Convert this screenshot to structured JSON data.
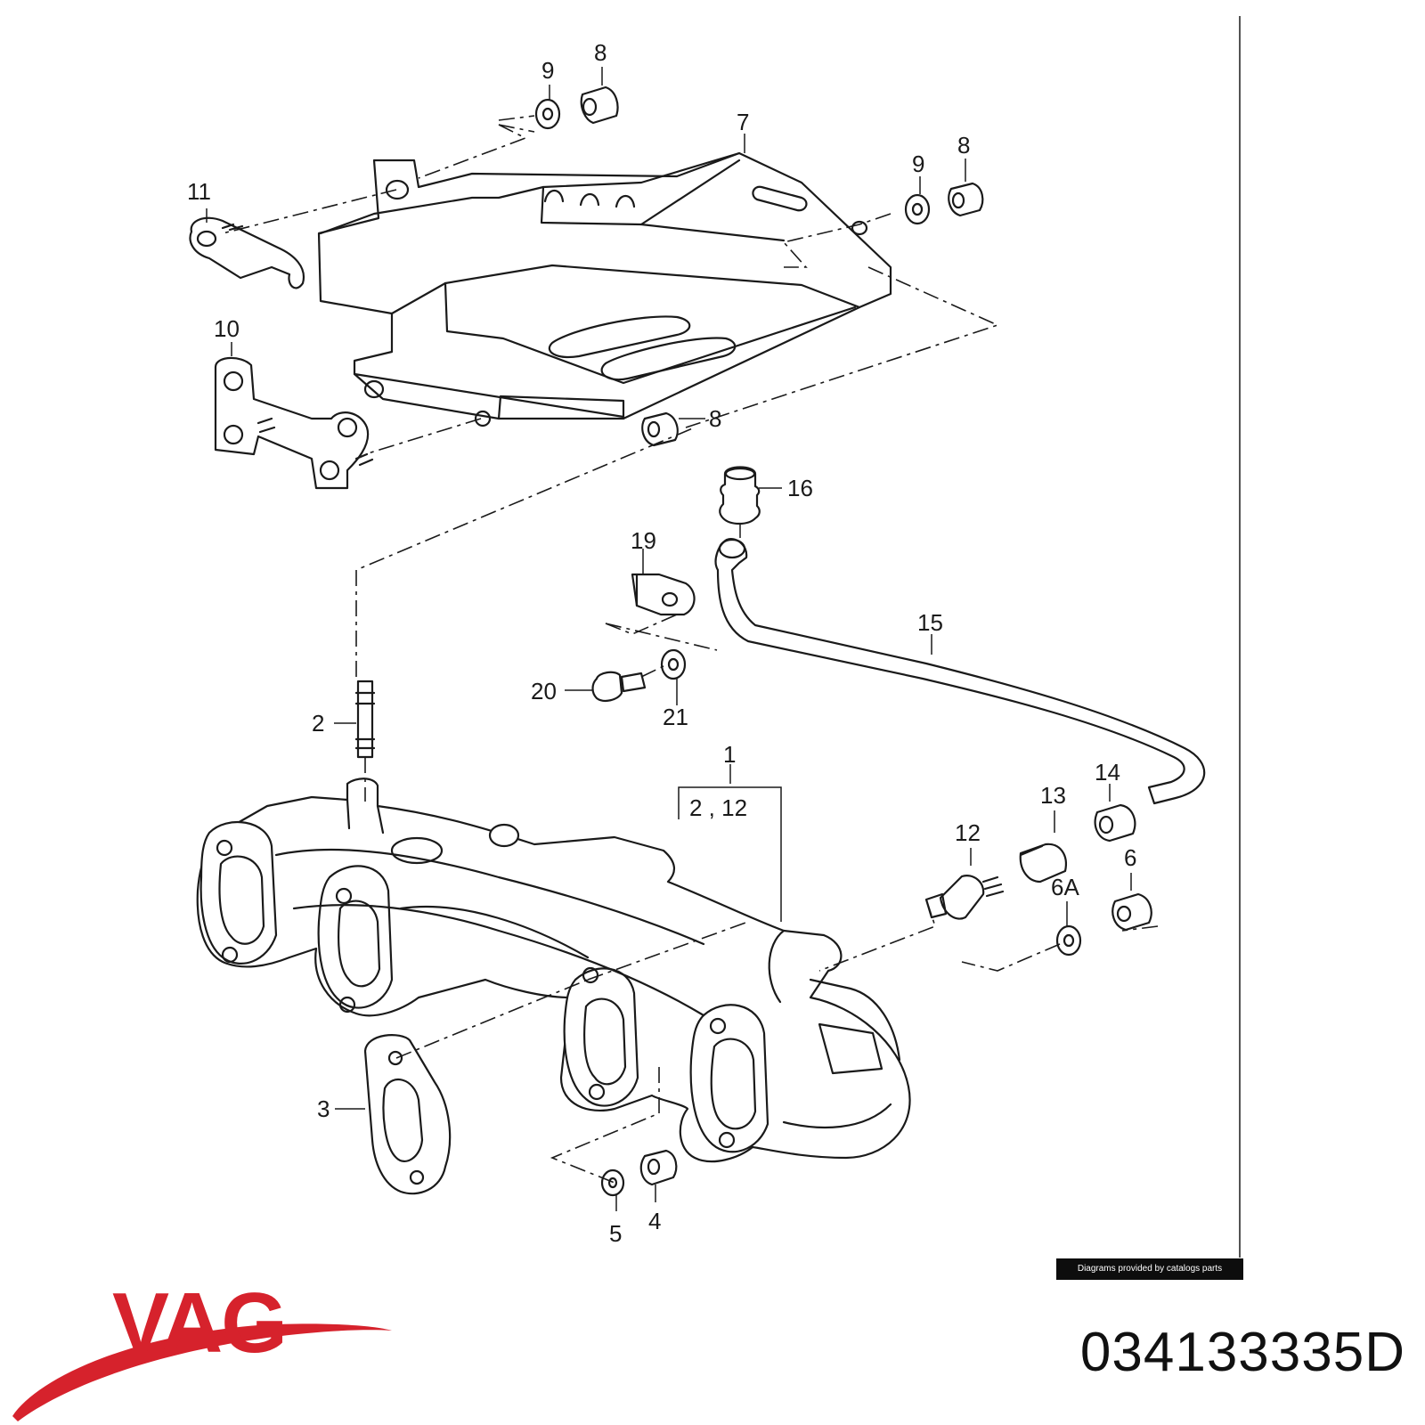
{
  "diagram": {
    "callouts": {
      "c1": "1",
      "c2_12": "2 , 12",
      "c2": "2",
      "c3": "3",
      "c4": "4",
      "c5": "5",
      "c6": "6",
      "c6a": "6A",
      "c7": "7",
      "c8a": "8",
      "c8b": "8",
      "c8c": "8",
      "c9a": "9",
      "c9b": "9",
      "c10": "10",
      "c11": "11",
      "c12": "12",
      "c13": "13",
      "c14": "14",
      "c15": "15",
      "c16": "16",
      "c19": "19",
      "c20": "20",
      "c21": "21"
    },
    "credit": "Diagrams provided by catalogs parts"
  },
  "brand": {
    "logo_text": "VAG",
    "logo_color": "#d6222c",
    "part_number": "034133335D"
  },
  "icons": {
    "logo": "vag-swoosh-logo"
  }
}
